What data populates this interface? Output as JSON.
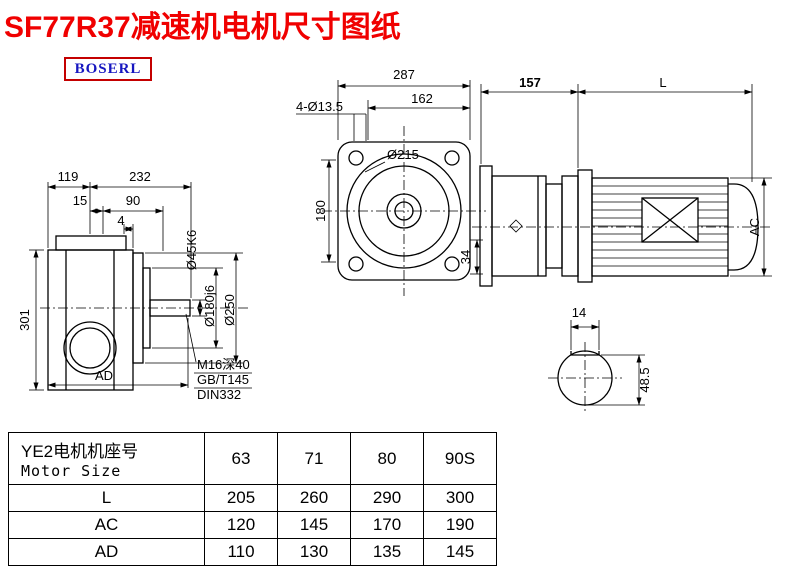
{
  "page": {
    "title": "SF77R37减速机电机尺寸图纸",
    "logo": "BOSERL"
  },
  "drawing": {
    "front_view": {
      "dim_width_left": "119",
      "dim_width_right": "232",
      "dim_offset": "15",
      "dim_mount": "90",
      "dim_step": "4",
      "dim_height": "301",
      "dim_ad": "AD",
      "dim_shaft_dia": "Ø45K6",
      "dim_spigot_dia": "Ø180j6",
      "dim_flange_dia": "Ø250",
      "note_line1": "M16深40",
      "note_line2": "GB/T145",
      "note_line3": "DIN332"
    },
    "flange_view": {
      "dim_overall": "287",
      "dim_inner": "162",
      "dim_holes": "4-Ø13.5",
      "dim_pilot_dia": "Ø215",
      "dim_height": "180",
      "dim_depth": "34"
    },
    "side_view": {
      "dim_front": "157",
      "dim_motor_len": "L",
      "dim_motor_dia": "AC"
    },
    "shaft_section": {
      "dim_key_width": "14",
      "dim_key_height": "48.5"
    }
  },
  "table": {
    "header_cn": "YE2电机机座号",
    "header_en": "Motor Size",
    "columns": [
      "63",
      "71",
      "80",
      "90S"
    ],
    "rows": [
      {
        "label": "L",
        "values": [
          "205",
          "260",
          "290",
          "300"
        ]
      },
      {
        "label": "AC",
        "values": [
          "120",
          "145",
          "170",
          "190"
        ]
      },
      {
        "label": "AD",
        "values": [
          "110",
          "130",
          "135",
          "145"
        ]
      }
    ]
  }
}
